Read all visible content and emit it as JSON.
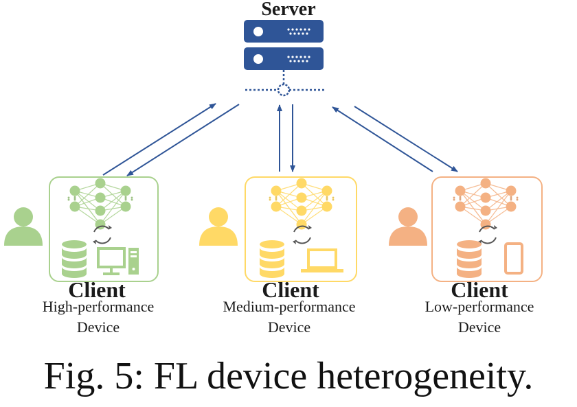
{
  "server": {
    "title": "Server"
  },
  "clients": [
    {
      "label": "Client",
      "device_line1": "High-performance",
      "device_line2": "Device",
      "color": "#a9d18e",
      "device_icon": "desktop-computer-icon"
    },
    {
      "label": "Client",
      "device_line1": "Medium-performance",
      "device_line2": "Device",
      "color": "#ffd966",
      "device_icon": "laptop-icon"
    },
    {
      "label": "Client",
      "device_line1": "Low-performance",
      "device_line2": "Device",
      "color": "#f4b183",
      "device_icon": "smartphone-icon"
    }
  ],
  "colors": {
    "server": "#2f5597",
    "arrow": "#2f5597"
  },
  "caption": "Fig. 5: FL device heterogeneity."
}
